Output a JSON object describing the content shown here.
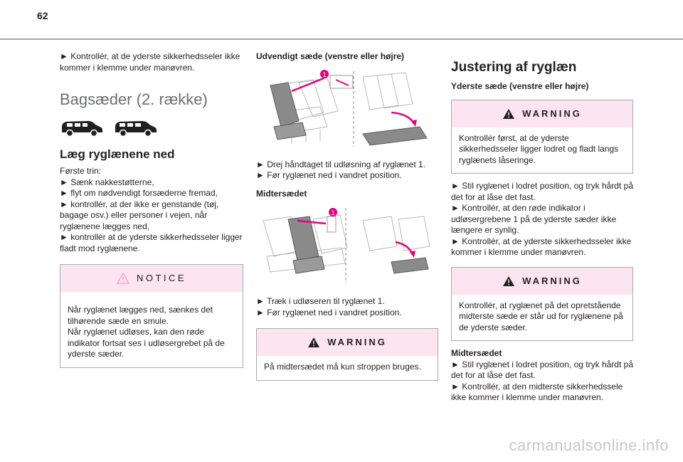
{
  "page_number": "62",
  "col1": {
    "intro": "► Kontrollér, at de yderste sikkerhedsseler ikke kommer i klemme under manøvren.",
    "section_title": "Bagsæder (2. række)",
    "heading": "Læg ryglænene ned",
    "lines": [
      "Første trin:",
      "► Sænk nakkestøtterne,",
      "► flyt om nødvendigt forsæderne fremad,",
      "► kontrollér, at der ikke er genstande (tøj, bagage osv.) eller personer i vejen, når ryglænene lægges ned,",
      "► kontrollér at de yderste sikkerhedsseler ligger fladt mod ryglænene."
    ],
    "notice": {
      "title": "NOTICE",
      "text": "Når ryglænet lægges ned, sænkes det tilhørende sæde en smule.\nNår ryglænet udløses, kan den røde indikator fortsat ses i udløsergrebet på de yderste sæder."
    }
  },
  "col2": {
    "heading1": "Udvendigt sæde (venstre eller højre)",
    "callout1": "1",
    "steps1": [
      "► Drej håndtaget til udløsning af ryglænet 1.",
      "► Før ryglænet ned i vandret position."
    ],
    "heading2": "Midtersædet",
    "callout2": "1",
    "steps2": [
      "► Træk i udløseren til ryglænet 1.",
      "► Før ryglænet ned i vandret position."
    ],
    "warning": {
      "title": "WARNING",
      "text": "På midtersædet må kun stroppen bruges."
    }
  },
  "col3": {
    "heading": "Justering af ryglæn",
    "subheading": "Yderste sæde (venstre eller højre)",
    "warning1": {
      "title": "WARNING",
      "text": "Kontrollér først, at de yderste sikkerhedsseler ligger lodret og fladt langs ryglænets låseringe."
    },
    "steps1": [
      "► Stil ryglænet i lodret position, og tryk hårdt på det for at låse det fast.",
      "► Kontrollér, at den røde indikator i udløsergrebene 1 på de yderste sæder ikke længere er synlig.",
      "► Kontrollér, at de yderste sikkerhedsseler ikke kommer i klemme under manøvren."
    ],
    "warning2": {
      "title": "WARNING",
      "text": "Kontrollér, at ryglænet på det opretstående midterste sæde er står ud for ryglænene på de yderste sæder."
    },
    "middle_heading": "Midtersædet",
    "steps2": [
      "► Stil ryglænet i lodret position, og tryk hårdt på det for at låse det fast.",
      "► Kontrollér, at den midterste sikkerhedssele ikke kommer i klemme under manøvren."
    ]
  },
  "watermark": "carmanualsonline.info",
  "colors": {
    "accent": "#e5007e",
    "box_header": "#fce4f0",
    "rule": "#a7a9ac"
  }
}
